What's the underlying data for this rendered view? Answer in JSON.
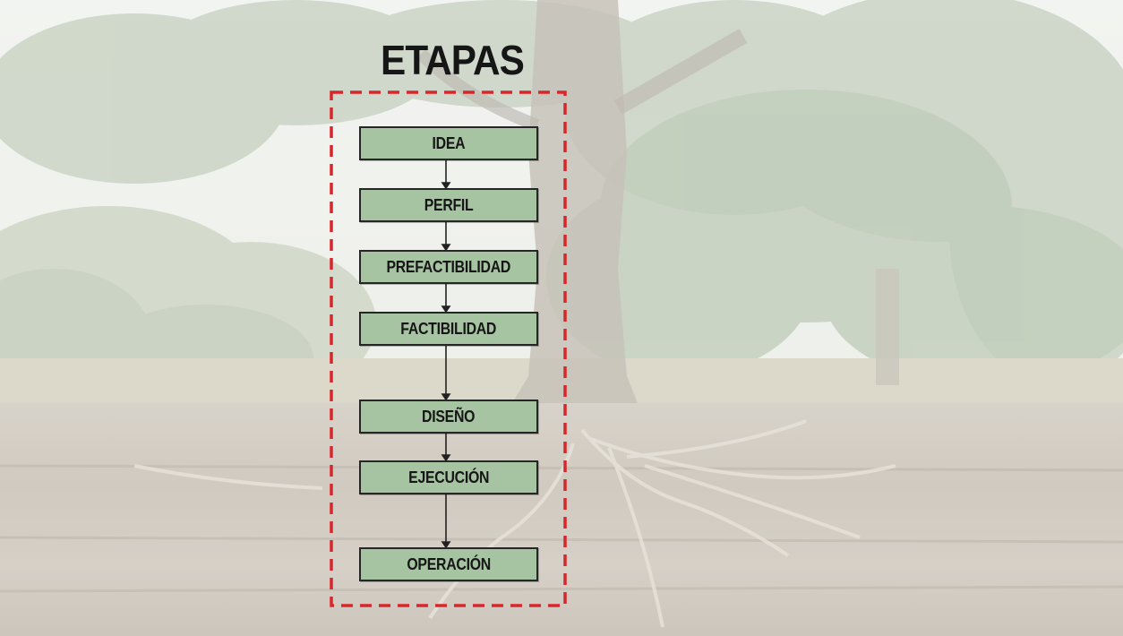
{
  "diagram": {
    "title": "ETAPAS",
    "stages": [
      {
        "label": "IDEA"
      },
      {
        "label": "PERFIL"
      },
      {
        "label": "PREFACTIBILIDAD"
      },
      {
        "label": "FACTIBILIDAD"
      },
      {
        "label": "DISEÑO"
      },
      {
        "label": "EJECUCIÓN"
      },
      {
        "label": "OPERACIÓN"
      }
    ]
  },
  "colors": {
    "stage_fill": "#a6c3a2",
    "stage_border": "#262626",
    "frame_dashed": "#d9262b",
    "arrow": "#222222"
  }
}
